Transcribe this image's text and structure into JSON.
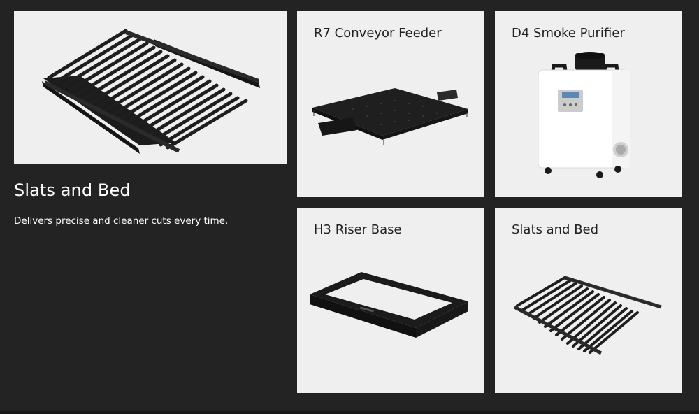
{
  "featured": {
    "title": "Slats and Bed",
    "description": "Delivers precise and cleaner cuts every time."
  },
  "cards": [
    {
      "title": "R7 Conveyor Feeder",
      "icon": "conveyor-feeder-image"
    },
    {
      "title": "D4 Smoke Purifier",
      "icon": "smoke-purifier-image"
    },
    {
      "title": "H3 Riser Base",
      "icon": "riser-base-image"
    },
    {
      "title": "Slats and Bed",
      "icon": "slats-bed-image"
    }
  ],
  "colors": {
    "background": "#232323",
    "card": "#efefef",
    "product": "#1b1b1b"
  }
}
